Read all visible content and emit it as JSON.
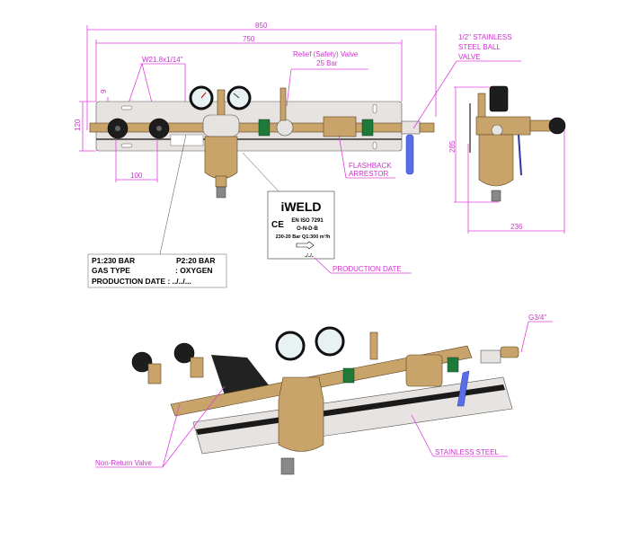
{
  "dimensions": {
    "overall_length": "850",
    "plate_length": "750",
    "plate_height": "120",
    "offset": "9",
    "valve_spacing": "100",
    "side_height": "285",
    "side_depth": "236"
  },
  "callouts": {
    "inlet_thread": "W21.8x1/14\"",
    "relief_valve_line1": "Relief (Safety) Valve",
    "relief_valve_line2": "25 Bar",
    "ball_valve_line1": "1/2\" STAINLESS",
    "ball_valve_line2": "STEEL BALL",
    "ball_valve_line3": "VALVE",
    "flashback_line1": "FLASHBACK",
    "flashback_line2": "ARRESTOR",
    "production_date": "PRODUCTION DATE",
    "outlet_thread": "G3/4\"",
    "non_return_valve": "Non-Return Valve",
    "stainless_steel": "STAINLESS STEEL"
  },
  "rating_plate": {
    "brand": "iWELD",
    "standard": "EN ISO 7291",
    "code": "O-N-D-B",
    "rating": "230-20 Bar  Q1:300 m³/h",
    "date": "../../..",
    "ce_mark": "CE"
  },
  "info_label": {
    "p1": "P1:230 BAR",
    "p2": "P2:20 BAR",
    "gas_type_label": "GAS TYPE",
    "gas_type_value": ": OXYGEN",
    "production_date": "PRODUCTION DATE : ../../..."
  },
  "colors": {
    "dimension": "#e040e0",
    "brass": "#c9a46a",
    "handle": "#5a6ee8",
    "fitting": "#1f7a3a"
  }
}
